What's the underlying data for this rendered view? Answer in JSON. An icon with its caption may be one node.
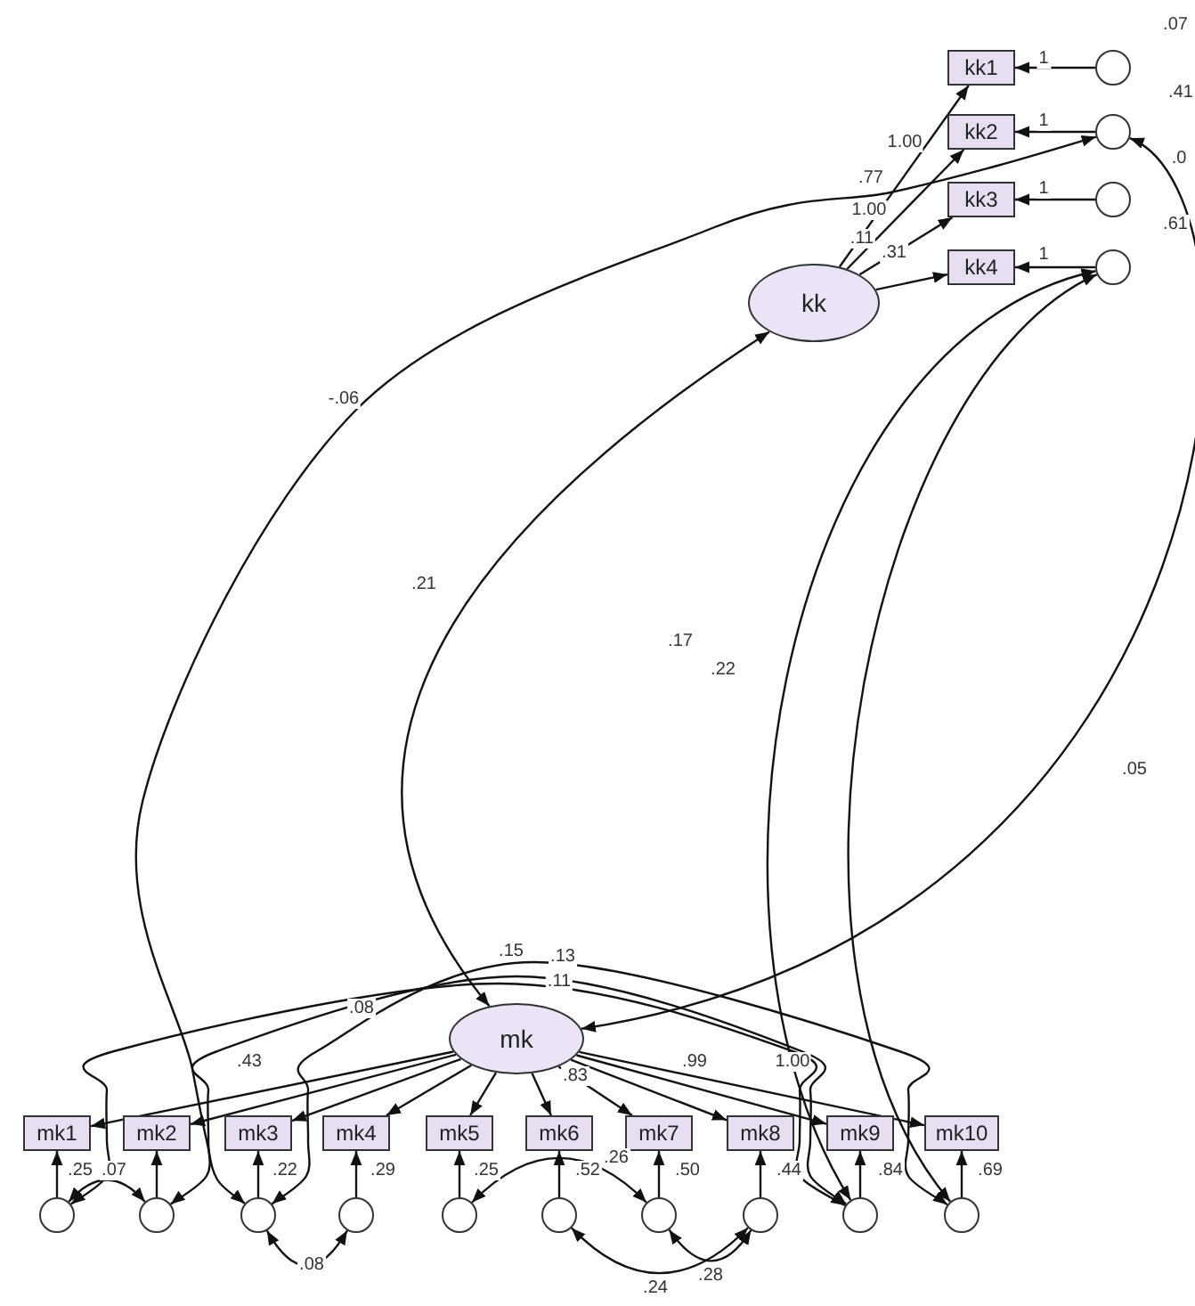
{
  "diagram": {
    "nodes": [
      {
        "text": [
          "kk"
        ]
      },
      {
        "text": [
          "kk1"
        ]
      },
      {
        "text": [
          "kk2"
        ]
      },
      {
        "text": [
          "kk3"
        ]
      },
      {
        "text": [
          "kk4"
        ]
      },
      {
        "text": [],
        "shape": "circle"
      },
      {
        "text": [],
        "shape": "circle"
      },
      {
        "text": [],
        "shape": "circle"
      },
      {
        "text": [],
        "shape": "circle"
      },
      {
        "text": [
          "mk"
        ]
      },
      {
        "text": [
          "mk1"
        ]
      },
      {
        "text": [
          "mk2"
        ]
      },
      {
        "text": [
          "mk3"
        ]
      },
      {
        "text": [
          "mk4"
        ]
      },
      {
        "text": [
          "mk5"
        ]
      },
      {
        "text": [
          "mk6"
        ]
      },
      {
        "text": [
          "mk7"
        ]
      },
      {
        "text": [
          "mk8"
        ]
      },
      {
        "text": [
          "mk9"
        ]
      },
      {
        "text": [
          "mk10"
        ]
      },
      {
        "text": [],
        "shape": "circle"
      },
      {
        "text": [],
        "shape": "circle"
      },
      {
        "text": [],
        "shape": "circle"
      },
      {
        "text": [],
        "shape": "circle"
      },
      {
        "text": [],
        "shape": "circle"
      },
      {
        "text": [],
        "shape": "circle"
      },
      {
        "text": [],
        "shape": "circle"
      },
      {
        "text": [],
        "shape": "circle"
      },
      {
        "text": [],
        "shape": "circle"
      },
      {
        "text": [],
        "shape": "circle"
      }
    ],
    "edges": [
      {
        "from": 0,
        "to": 1,
        "arrow": "to"
      },
      {
        "from": 0,
        "to": 2,
        "arrow": "to"
      },
      {
        "from": 0,
        "to": 3,
        "arrow": "to"
      },
      {
        "from": 0,
        "to": 4,
        "arrow": "to"
      },
      {
        "from": 5,
        "to": 1,
        "arrow": "to"
      },
      {
        "from": 6,
        "to": 2,
        "arrow": "to"
      },
      {
        "from": 7,
        "to": 3,
        "arrow": "to"
      },
      {
        "from": 8,
        "to": 4,
        "arrow": "to"
      },
      {
        "from": 0,
        "to": 9,
        "arrow": "both"
      },
      {
        "from": 6,
        "to": 22,
        "arrow": "both"
      },
      {
        "from": 6,
        "to": 9,
        "arrow": "both"
      },
      {
        "from": 8,
        "to": 28,
        "arrow": "both"
      },
      {
        "from": 8,
        "to": 29,
        "arrow": "both"
      },
      {
        "from": 9,
        "to": 10,
        "arrow": "to"
      },
      {
        "from": 9,
        "to": 11,
        "arrow": "to"
      },
      {
        "from": 9,
        "to": 12,
        "arrow": "to"
      },
      {
        "from": 9,
        "to": 13,
        "arrow": "to"
      },
      {
        "from": 9,
        "to": 14,
        "arrow": "to"
      },
      {
        "from": 9,
        "to": 15,
        "arrow": "to"
      },
      {
        "from": 9,
        "to": 16,
        "arrow": "to"
      },
      {
        "from": 9,
        "to": 17,
        "arrow": "to"
      },
      {
        "from": 9,
        "to": 18,
        "arrow": "to"
      },
      {
        "from": 9,
        "to": 19,
        "arrow": "to"
      },
      {
        "from": 20,
        "to": 10,
        "arrow": "to"
      },
      {
        "from": 21,
        "to": 11,
        "arrow": "to"
      },
      {
        "from": 22,
        "to": 12,
        "arrow": "to"
      },
      {
        "from": 23,
        "to": 13,
        "arrow": "to"
      },
      {
        "from": 24,
        "to": 14,
        "arrow": "to"
      },
      {
        "from": 25,
        "to": 15,
        "arrow": "to"
      },
      {
        "from": 26,
        "to": 16,
        "arrow": "to"
      },
      {
        "from": 27,
        "to": 17,
        "arrow": "to"
      },
      {
        "from": 28,
        "to": 18,
        "arrow": "to"
      },
      {
        "from": 29,
        "to": 19,
        "arrow": "to"
      },
      {
        "from": 20,
        "to": 21,
        "arrow": "both"
      },
      {
        "from": 22,
        "to": 23,
        "arrow": "both"
      },
      {
        "from": 25,
        "to": 27,
        "arrow": "both"
      },
      {
        "from": 26,
        "to": 27,
        "arrow": "both"
      },
      {
        "from": 24,
        "to": 26,
        "arrow": "both"
      },
      {
        "from": 21,
        "to": 28,
        "arrow": "both"
      },
      {
        "from": 22,
        "to": 29,
        "arrow": "both"
      },
      {
        "from": 20,
        "to": 28,
        "arrow": "both"
      }
    ],
    "labels": [
      ".07",
      ".41",
      ".0",
      ".61",
      "1",
      "1",
      "1",
      "1",
      "1.00",
      ".77",
      "1.00",
      ".11",
      ".31",
      "-.06",
      ".21",
      ".17",
      ".22",
      ".05",
      ".15",
      ".13",
      ".11",
      ".08",
      ".43",
      ".83",
      ".99",
      "1.00",
      ".25",
      ".07",
      ".22",
      ".29",
      ".25",
      ".52",
      ".26",
      ".50",
      ".44",
      ".84",
      ".69",
      ".08",
      ".24",
      ".28"
    ]
  }
}
